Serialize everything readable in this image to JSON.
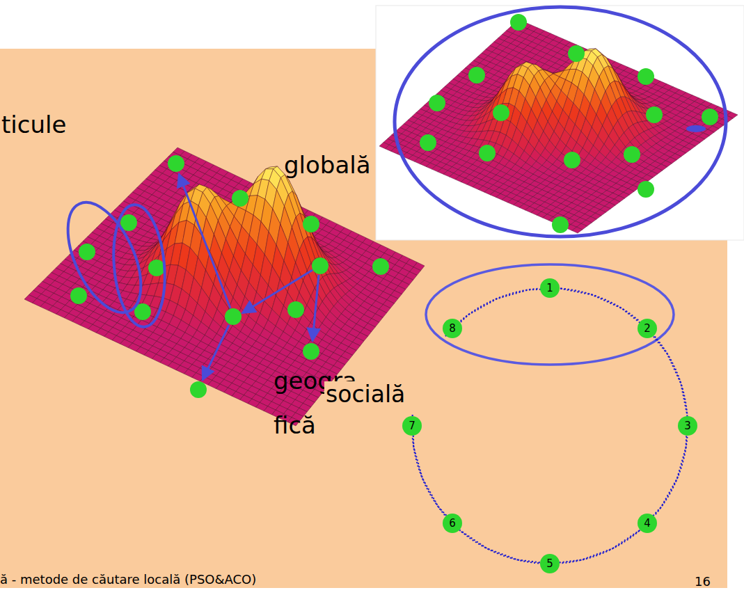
{
  "diagram": {
    "nodes": [
      {
        "text": [
          "1"
        ]
      },
      {
        "text": [
          "2"
        ]
      },
      {
        "text": [
          "3"
        ]
      },
      {
        "text": [
          "4"
        ]
      },
      {
        "text": [
          "5"
        ]
      },
      {
        "text": [
          "6"
        ]
      },
      {
        "text": [
          "7"
        ]
      },
      {
        "text": [
          "8"
        ]
      }
    ],
    "edges": [
      {
        "from": 0,
        "to": 1,
        "arrow": "none"
      },
      {
        "from": 1,
        "to": 2,
        "arrow": "none"
      },
      {
        "from": 2,
        "to": 3,
        "arrow": "none"
      },
      {
        "from": 3,
        "to": 4,
        "arrow": "none"
      },
      {
        "from": 4,
        "to": 5,
        "arrow": "none"
      },
      {
        "from": 5,
        "to": 6,
        "arrow": "none"
      },
      {
        "from": 6,
        "to": 7,
        "arrow": "none"
      },
      {
        "from": 7,
        "to": 0,
        "arrow": "none"
      }
    ],
    "labels": [
      "ticule",
      "globală",
      "geogra- fică",
      "socială",
      "ă - metode de căutare locală (PSO&ACO)",
      "16"
    ]
  }
}
